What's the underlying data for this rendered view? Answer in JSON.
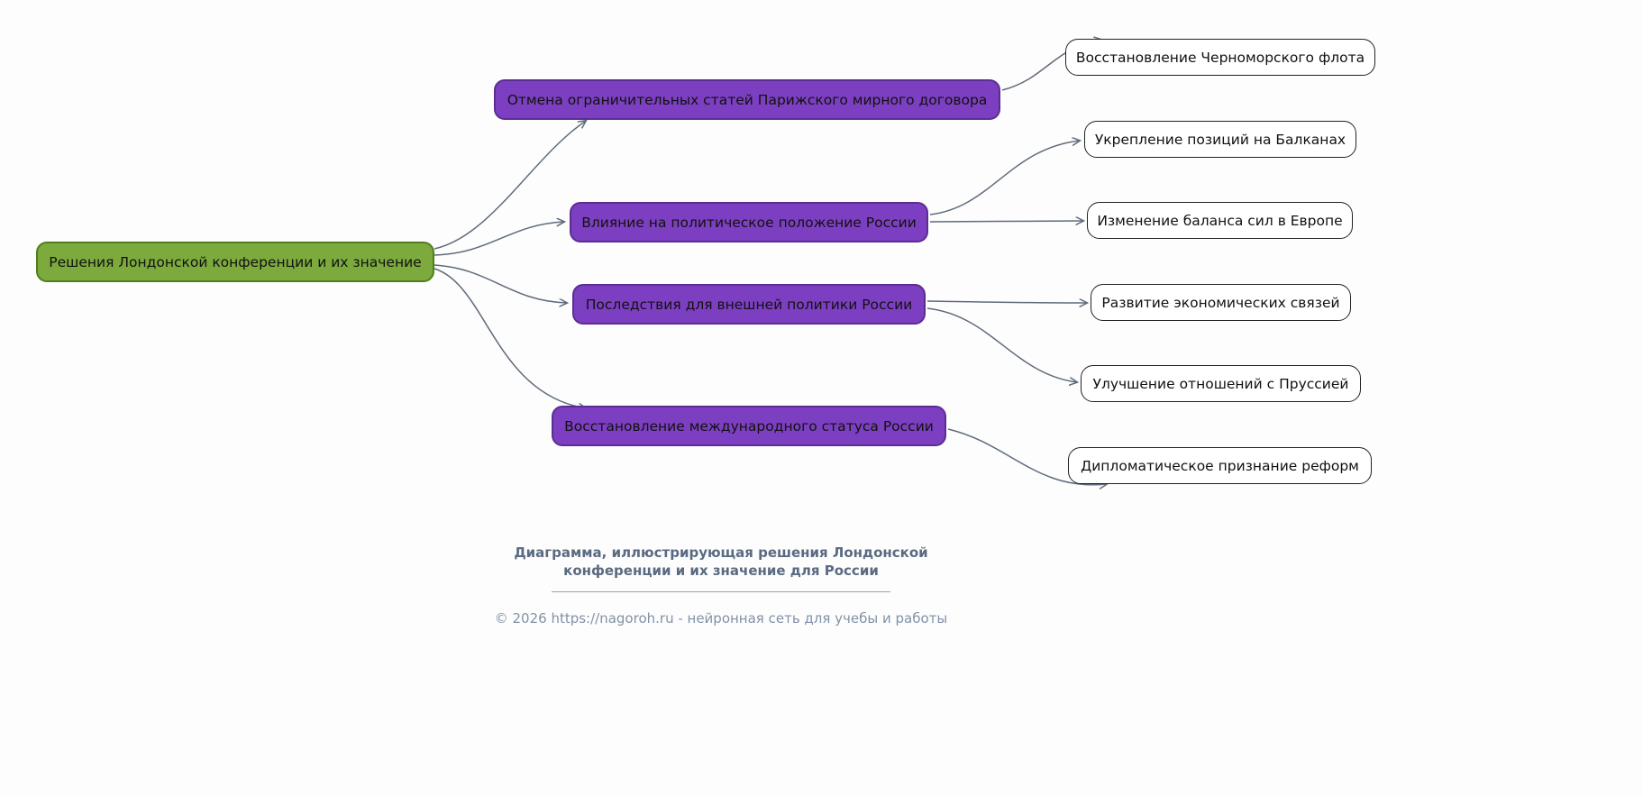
{
  "diagram": {
    "root": {
      "label": "Решения Лондонской конференции и их значение"
    },
    "branches": [
      {
        "label": "Отмена ограничительных статей Парижского мирного договора",
        "children": [
          {
            "label": "Восстановление Черноморского флота"
          }
        ]
      },
      {
        "label": "Влияние на политическое положение России",
        "children": [
          {
            "label": "Укрепление позиций на Балканах"
          },
          {
            "label": "Изменение баланса сил в Европе"
          }
        ]
      },
      {
        "label": "Последствия для внешней политики России",
        "children": [
          {
            "label": "Развитие экономических связей"
          },
          {
            "label": "Улучшение отношений с Пруссией"
          }
        ]
      },
      {
        "label": "Восстановление международного статуса России",
        "children": [
          {
            "label": "Дипломатическое признание реформ"
          }
        ]
      }
    ]
  },
  "caption": {
    "line1": "Диаграмма, иллюстрирующая решения Лондонской",
    "line2": "конференции и их значение для России"
  },
  "footer": {
    "text": "© 2026 https://nagoroh.ru - нейронная сеть для учебы и работы"
  },
  "colors": {
    "root_fill": "#7caa3d",
    "root_border": "#537d1c",
    "branch_fill": "#7d3fc1",
    "branch_border": "#5b2d91",
    "leaf_fill": "#ffffff",
    "leaf_border": "#222222",
    "edge": "#5f6b7a",
    "caption_text": "#5a6a80",
    "footer_text": "#8292a6"
  }
}
